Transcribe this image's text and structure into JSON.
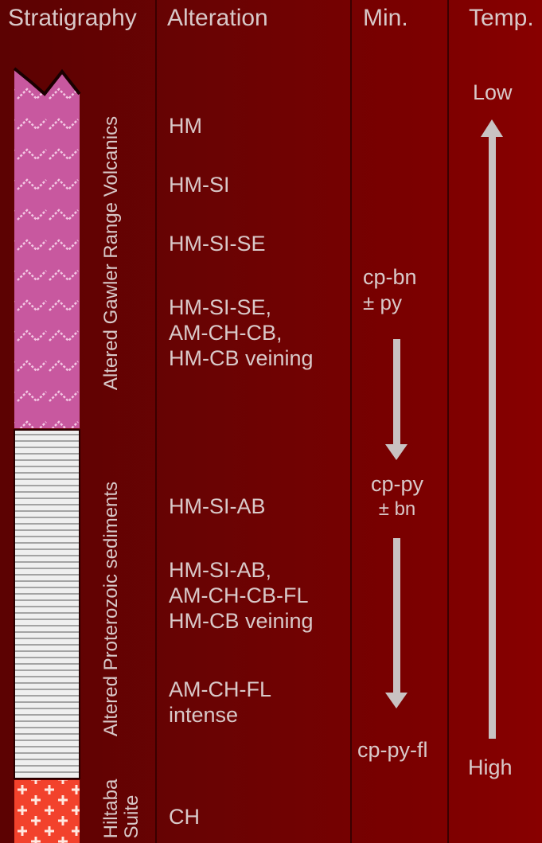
{
  "headers": {
    "stratigraphy": "Stratigraphy",
    "alteration": "Alteration",
    "min": "Min.",
    "temp": "Temp."
  },
  "strata": {
    "volcanics": "Altered Gawler Range Volcanics",
    "sediments": "Altered Proterozoic sediments",
    "hiltaba_line1": "Hiltaba",
    "hiltaba_line2": "Suite"
  },
  "alteration": {
    "a1": "HM",
    "a2": "HM-SI",
    "a3": "HM-SI-SE",
    "a4_line1": "HM-SI-SE,",
    "a4_line2": "AM-CH-CB,",
    "a4_line3": "HM-CB veining",
    "a5": "HM-SI-AB",
    "a6_line1": "HM-SI-AB,",
    "a6_line2": "AM-CH-CB-FL",
    "a6_line3": "HM-CB veining",
    "a7_line1": "AM-CH-FL",
    "a7_line2": "intense",
    "a8": "CH"
  },
  "mineralization": {
    "m1_line1": "cp-bn",
    "m1_line2": "± py",
    "m2_line1": "cp-py",
    "m2_line2": "± bn",
    "m3": "cp-py-fl"
  },
  "temperature": {
    "low": "Low",
    "high": "High"
  },
  "colors": {
    "volcanics_fill": "#c8589f",
    "sediments_fill": "#e6e6e6",
    "hiltaba_fill": "#f2422c",
    "arrow": "#c9c2c2",
    "text": "#d9c9c9"
  }
}
